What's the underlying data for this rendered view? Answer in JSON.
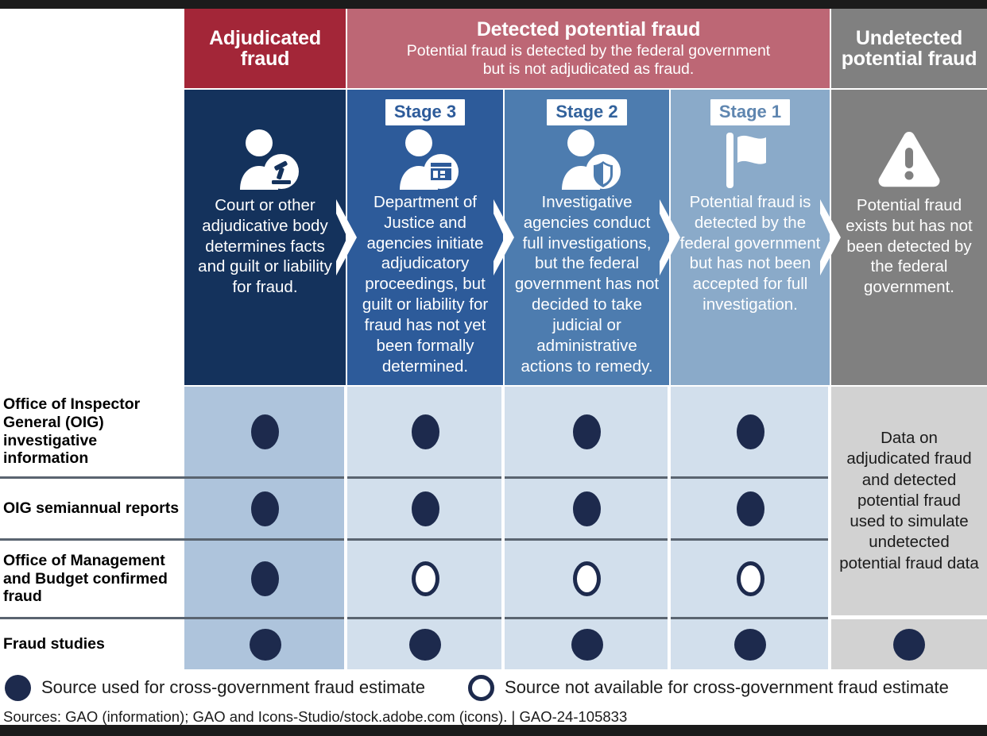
{
  "categories": [
    {
      "key": "adjudicated",
      "title": "Adjudicated\nfraud",
      "title_line1": "Adjudicated",
      "title_line2": "fraud",
      "subtitle": "",
      "color": "#a32638"
    },
    {
      "key": "detected",
      "title": "Detected potential fraud",
      "subtitle": "Potential fraud is detected by the federal government but is not adjudicated as fraud.",
      "subtitle_line1": "Potential fraud is detected by the federal government",
      "subtitle_line2": "but is not adjudicated as fraud.",
      "color": "#bd6775"
    },
    {
      "key": "undetected",
      "title_line1": "Undetected",
      "title_line2": "potential fraud",
      "color": "#808080"
    }
  ],
  "stages": [
    {
      "key": "adjudicated",
      "chip": "",
      "icon": "person-gavel-icon",
      "description": "Court or other adjudicative body determines facts and guilt or liability for fraud.",
      "color": "#14325c"
    },
    {
      "key": "stage3",
      "chip": "Stage 3",
      "icon": "person-courthouse-icon",
      "description": "Department of Justice and agencies initiate adjudicatory proceedings, but guilt or liability for fraud has not yet been formally determined.",
      "color": "#2d5b9a"
    },
    {
      "key": "stage2",
      "chip": "Stage 2",
      "icon": "person-shield-icon",
      "description": "Investigative agencies conduct full investigations, but the federal government has not decided to take judicial or administrative actions to remedy.",
      "color": "#4d7caf"
    },
    {
      "key": "stage1",
      "chip": "Stage 1",
      "icon": "flag-icon",
      "description": "Potential fraud is detected by the federal government but has not been accepted for full investigation.",
      "color": "#8aaac9"
    },
    {
      "key": "undetected",
      "chip": "",
      "icon": "warning-triangle-icon",
      "description": "Potential fraud exists but has not been detected by the federal government.",
      "color": "#808080"
    }
  ],
  "matrix": {
    "rows": [
      {
        "label": "Office of Inspector General (OIG) investigative information",
        "values": [
          "filled",
          "filled",
          "filled",
          "filled",
          ""
        ]
      },
      {
        "label": "OIG semiannual reports",
        "values": [
          "filled",
          "filled",
          "filled",
          "filled",
          ""
        ]
      },
      {
        "label": "Office of Management and Budget confirmed fraud",
        "values": [
          "filled",
          "open",
          "open",
          "open",
          ""
        ]
      },
      {
        "label": "Fraud studies",
        "values": [
          "filled",
          "filled",
          "filled",
          "filled",
          "filled"
        ]
      }
    ],
    "undetected_note": "Data on adjudicated fraud and detected potential fraud used to simulate undetected potential fraud data"
  },
  "legend": [
    {
      "marker": "filled",
      "label": "Source used for cross-government fraud estimate"
    },
    {
      "marker": "open",
      "label": "Source not available for cross-government fraud estimate"
    }
  ],
  "footer": {
    "text": "Sources: GAO (information); GAO and Icons-Studio/stock.adobe.com (icons).  |  GAO-24-105833"
  },
  "colors": {
    "dark_red": "#a32638",
    "light_red": "#bd6775",
    "gray": "#808080",
    "navy": "#14325c",
    "blue3": "#2d5b9a",
    "blue2": "#4d7caf",
    "blue1": "#8aaac9",
    "dot": "#1d2a4d",
    "cell_a": "#aec4dc",
    "cell_b": "#d2dfec",
    "cell_g": "#d2d2d2"
  }
}
